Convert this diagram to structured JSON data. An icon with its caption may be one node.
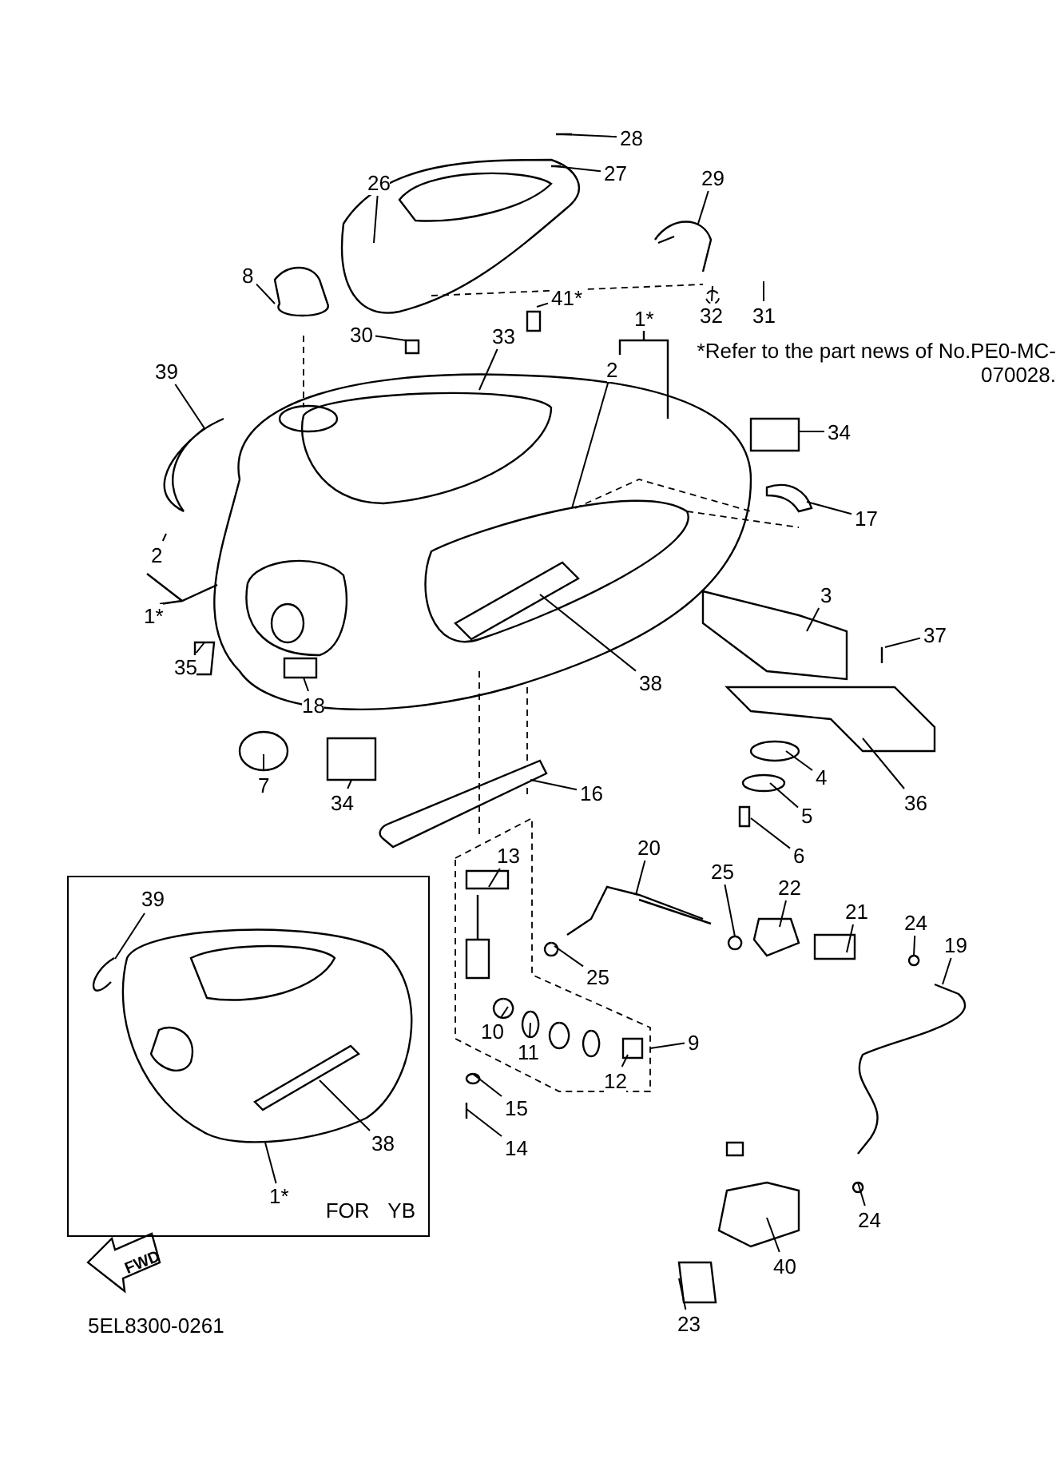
{
  "diagram": {
    "nodes": [
      {
        "text": [
          "28"
        ]
      },
      {
        "text": [
          "27"
        ]
      },
      {
        "text": [
          "26"
        ]
      },
      {
        "text": [
          "29"
        ]
      },
      {
        "text": [
          "8"
        ]
      },
      {
        "text": [
          "41*"
        ]
      },
      {
        "text": [
          "32"
        ]
      },
      {
        "text": [
          "31"
        ]
      },
      {
        "text": [
          "30"
        ]
      },
      {
        "text": [
          "33"
        ]
      },
      {
        "text": [
          "1*"
        ]
      },
      {
        "text": [
          "39"
        ]
      },
      {
        "text": [
          "2"
        ]
      },
      {
        "text": [
          "34"
        ]
      },
      {
        "text": [
          "17"
        ]
      },
      {
        "text": [
          "2"
        ]
      },
      {
        "text": [
          "3"
        ]
      },
      {
        "text": [
          "1*"
        ]
      },
      {
        "text": [
          "37"
        ]
      },
      {
        "text": [
          "35"
        ]
      },
      {
        "text": [
          "38"
        ]
      },
      {
        "text": [
          "18"
        ]
      },
      {
        "text": [
          "7"
        ]
      },
      {
        "text": [
          "4"
        ]
      },
      {
        "text": [
          "16"
        ]
      },
      {
        "text": [
          "36"
        ]
      },
      {
        "text": [
          "34"
        ]
      },
      {
        "text": [
          "5"
        ]
      },
      {
        "text": [
          "6"
        ]
      },
      {
        "text": [
          "20"
        ]
      },
      {
        "text": [
          "13"
        ],
        "in": 53
      },
      {
        "text": [
          "25"
        ]
      },
      {
        "text": [
          "22"
        ]
      },
      {
        "text": [
          "21"
        ]
      },
      {
        "text": [
          "24"
        ]
      },
      {
        "text": [
          "19"
        ]
      },
      {
        "text": [
          "FOR YB"
        ]
      },
      {
        "text": [
          "39"
        ],
        "in": 36
      },
      {
        "text": [
          "38"
        ],
        "in": 36
      },
      {
        "text": [
          "1*"
        ],
        "in": 36
      },
      {
        "text": [
          "25"
        ]
      },
      {
        "text": [
          "10"
        ],
        "in": 53
      },
      {
        "text": [
          "11"
        ],
        "in": 53
      },
      {
        "text": [
          "9"
        ]
      },
      {
        "text": [
          "12"
        ],
        "in": 53
      },
      {
        "text": [
          "15"
        ]
      },
      {
        "text": [
          "14"
        ]
      },
      {
        "text": [
          "24"
        ]
      },
      {
        "text": [
          "40"
        ]
      },
      {
        "text": [
          "23"
        ]
      },
      {
        "text": [],
        "shape": "picture",
        "in": 36
      },
      {
        "text": [],
        "shape": "picture",
        "in": 36
      },
      {
        "text": [],
        "shape": "picture",
        "in": 50
      },
      {
        "text": [],
        "shape": "box"
      }
    ],
    "edges": [
      {
        "from": 0,
        "to": null,
        "arrow": "none"
      },
      {
        "from": 1,
        "to": null,
        "arrow": "none"
      },
      {
        "from": 2,
        "to": null,
        "arrow": "none"
      },
      {
        "from": 3,
        "to": null,
        "arrow": "none"
      },
      {
        "from": 4,
        "to": null,
        "arrow": "none"
      },
      {
        "from": 5,
        "to": null,
        "arrow": "none"
      },
      {
        "from": 6,
        "to": null,
        "arrow": "none"
      },
      {
        "from": 7,
        "to": null,
        "arrow": "none"
      },
      {
        "from": 8,
        "to": null,
        "arrow": "none"
      },
      {
        "from": 9,
        "to": null,
        "arrow": "none"
      },
      {
        "from": 11,
        "to": null,
        "arrow": "none"
      },
      {
        "from": 12,
        "to": null,
        "arrow": "none"
      },
      {
        "from": 13,
        "to": null,
        "arrow": "none"
      },
      {
        "from": 14,
        "to": null,
        "arrow": "none"
      },
      {
        "from": 15,
        "to": null,
        "arrow": "none"
      },
      {
        "from": 16,
        "to": null,
        "arrow": "none"
      },
      {
        "from": 18,
        "to": null,
        "arrow": "none"
      },
      {
        "from": 19,
        "to": null,
        "arrow": "none"
      },
      {
        "from": 20,
        "to": null,
        "arrow": "none"
      },
      {
        "from": 21,
        "to": null,
        "arrow": "none"
      },
      {
        "from": 22,
        "to": null,
        "arrow": "none"
      },
      {
        "from": 23,
        "to": null,
        "arrow": "none"
      },
      {
        "from": 24,
        "to": null,
        "arrow": "none"
      },
      {
        "from": 25,
        "to": null,
        "arrow": "none"
      },
      {
        "from": 26,
        "to": null,
        "arrow": "none"
      },
      {
        "from": 27,
        "to": null,
        "arrow": "none"
      },
      {
        "from": 28,
        "to": null,
        "arrow": "none"
      },
      {
        "from": 29,
        "to": null,
        "arrow": "none"
      },
      {
        "from": 30,
        "to": null,
        "arrow": "none"
      },
      {
        "from": 31,
        "to": null,
        "arrow": "none"
      },
      {
        "from": 32,
        "to": null,
        "arrow": "none"
      },
      {
        "from": 33,
        "to": null,
        "arrow": "none"
      },
      {
        "from": 34,
        "to": null,
        "arrow": "none"
      },
      {
        "from": 35,
        "to": null,
        "arrow": "none"
      },
      {
        "from": 37,
        "to": 51,
        "arrow": "none"
      },
      {
        "from": 38,
        "to": 52,
        "arrow": "none"
      },
      {
        "from": 39,
        "to": 50,
        "arrow": "none"
      },
      {
        "from": 40,
        "to": null,
        "arrow": "none"
      },
      {
        "from": 41,
        "to": null,
        "arrow": "none"
      },
      {
        "from": 42,
        "to": null,
        "arrow": "none"
      },
      {
        "from": 43,
        "to": 53,
        "arrow": "none"
      },
      {
        "from": 44,
        "to": null,
        "arrow": "none"
      },
      {
        "from": 45,
        "to": null,
        "arrow": "none"
      },
      {
        "from": 46,
        "to": null,
        "arrow": "none"
      },
      {
        "from": 47,
        "to": null,
        "arrow": "none"
      },
      {
        "from": 48,
        "to": null,
        "arrow": "none"
      },
      {
        "from": 49,
        "to": null,
        "arrow": "none"
      }
    ],
    "labels": [
      "*Refer to the part news of No.PE0-MC-070028.",
      "FWD",
      "5EL8300-0261"
    ]
  }
}
